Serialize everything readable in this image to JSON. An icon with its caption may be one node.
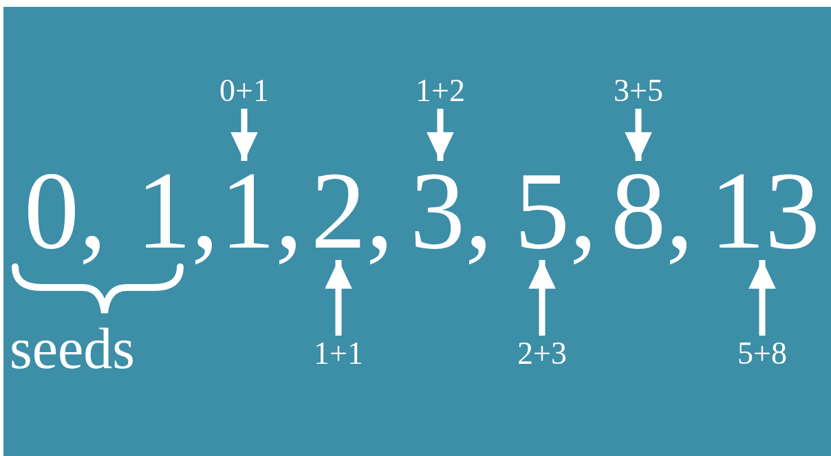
{
  "diagram": {
    "nodes": [
      {
        "text": [
          "0,"
        ]
      },
      {
        "text": [
          "1,"
        ]
      },
      {
        "text": [
          "1,"
        ]
      },
      {
        "text": [
          "2,"
        ]
      },
      {
        "text": [
          "3,"
        ]
      },
      {
        "text": [
          "5,"
        ]
      },
      {
        "text": [
          "8,"
        ]
      },
      {
        "text": [
          "13"
        ]
      },
      {
        "text": [
          "0+1"
        ]
      },
      {
        "text": [
          "1+2"
        ]
      },
      {
        "text": [
          "3+5"
        ]
      },
      {
        "text": [
          "1+1"
        ]
      },
      {
        "text": [
          "2+3"
        ]
      },
      {
        "text": [
          "5+8"
        ]
      }
    ],
    "edges": [
      {
        "from": 8,
        "to": 2,
        "arrow": "to"
      },
      {
        "from": 9,
        "to": 4,
        "arrow": "to"
      },
      {
        "from": 10,
        "to": 6,
        "arrow": "to"
      },
      {
        "from": 11,
        "to": 3,
        "arrow": "to"
      },
      {
        "from": 12,
        "to": 5,
        "arrow": "to"
      },
      {
        "from": 13,
        "to": 7,
        "arrow": "to"
      }
    ],
    "labels": [
      "seeds"
    ]
  }
}
